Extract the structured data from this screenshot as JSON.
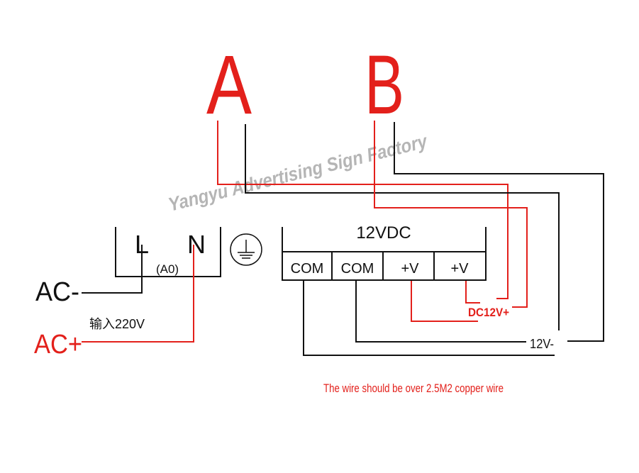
{
  "labels": {
    "A": "A",
    "B": "B",
    "ac_minus": "AC-",
    "ac_plus": "AC+",
    "input_voltage": "输入220V",
    "L": "L",
    "N": "N",
    "a0": "(A0)",
    "psu_title": "12VDC",
    "terminals": [
      "COM",
      "COM",
      "+V",
      "+V"
    ],
    "dc_plus": "DC12V+",
    "dc_minus": "12V-",
    "note": "The wire should be over 2.5M2 copper wire",
    "watermark": "Yangyu Advertising Sign Factory"
  },
  "colors": {
    "red": "#e3201b",
    "black": "#111111",
    "watermark": "#b5b5b5"
  }
}
